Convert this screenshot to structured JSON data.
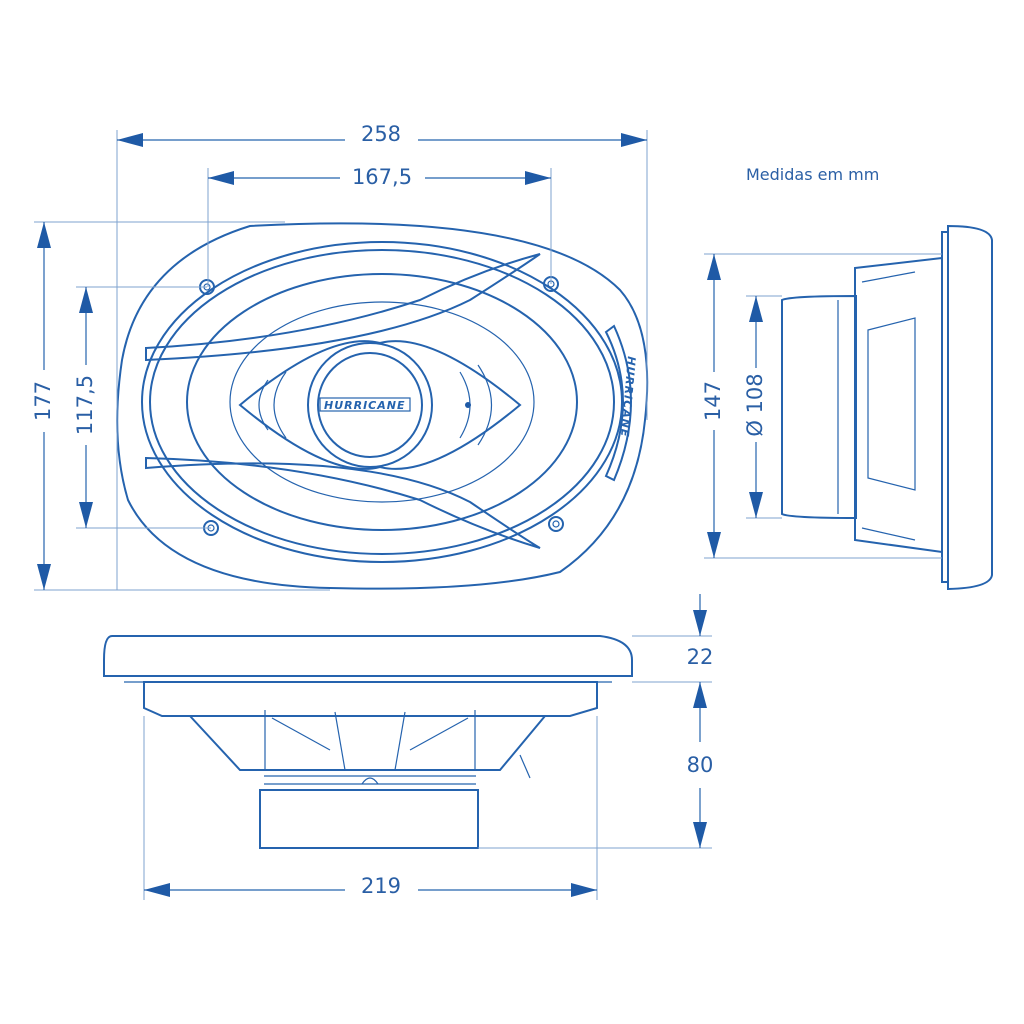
{
  "note": "Medidas em mm",
  "brand_logo": "HURRICANE",
  "dimensions": {
    "overall_width": "258",
    "hole_spacing_width": "167,5",
    "overall_height": "177",
    "hole_spacing_height": "117,5",
    "side_height": "147",
    "magnet_diameter": "Ø 108",
    "flange_depth": "22",
    "mount_depth": "80",
    "basket_width": "219"
  },
  "colors": {
    "line": "#2563ae",
    "text": "#2a5fa5"
  }
}
